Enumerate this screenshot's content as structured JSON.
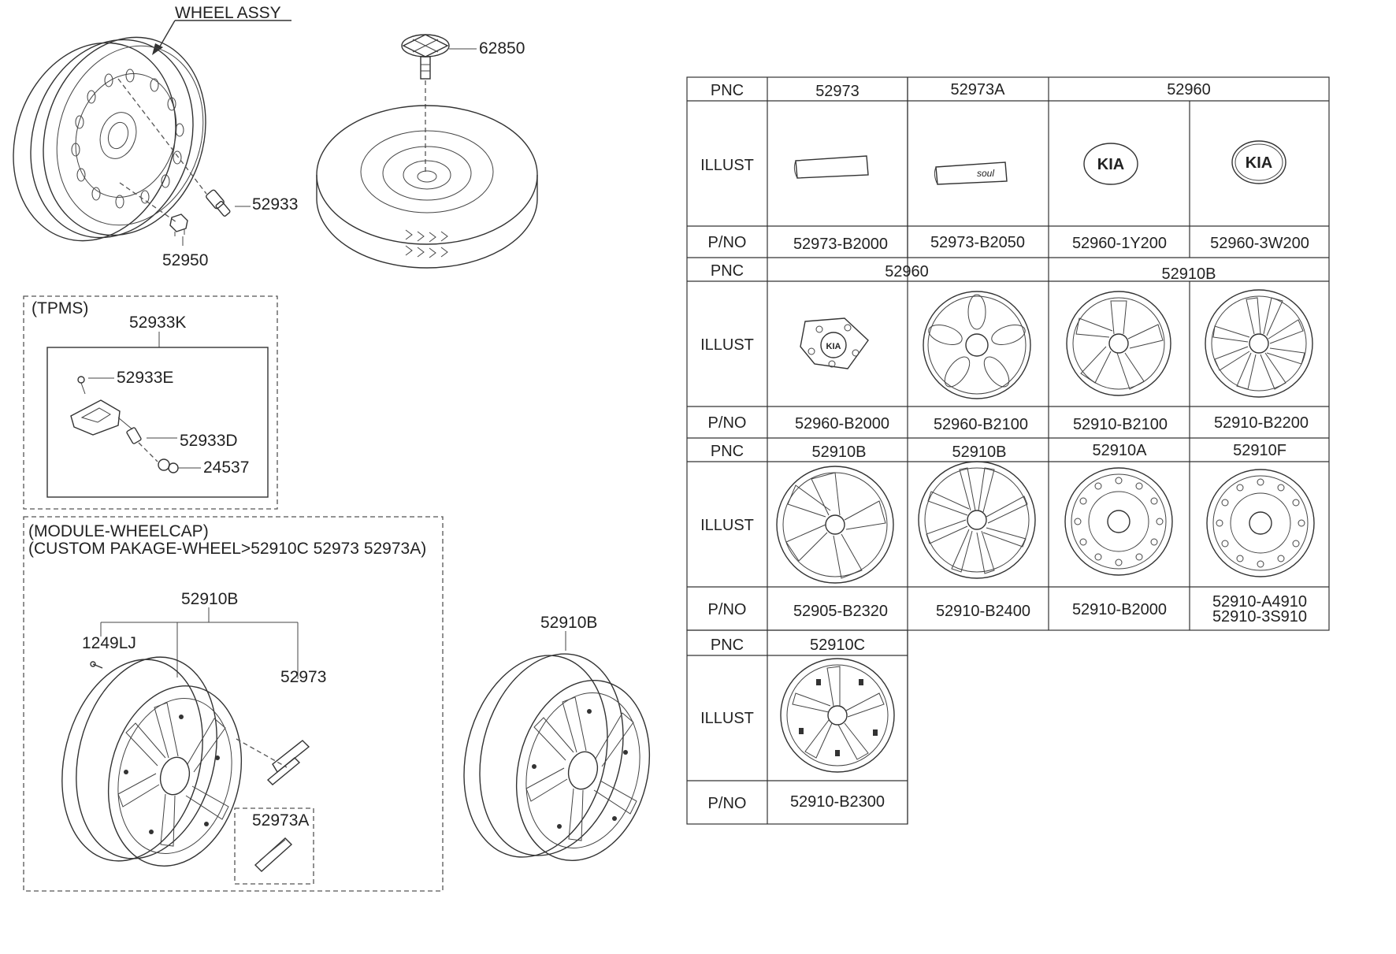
{
  "diagram": {
    "wheel_assy_label": "WHEEL ASSY",
    "parts": {
      "p62850": "62850",
      "p52933": "52933",
      "p52950": "52950",
      "p52910b_right": "52910B"
    },
    "tpms": {
      "title": "(TPMS)",
      "kit": "52933K",
      "p52933e": "52933E",
      "p52933d": "52933D",
      "p24537": "24537"
    },
    "module": {
      "title_line1": "(MODULE-WHEELCAP)",
      "title_line2": "(CUSTOM PAKAGE-WHEEL>52910C 52973 52973A)",
      "p52910b": "52910B",
      "p1249lj": "1249LJ",
      "p52973": "52973",
      "p52973a": "52973A"
    }
  },
  "table": {
    "row_labels": {
      "pnc": "PNC",
      "illust": "ILLUST",
      "pno": "P/NO"
    },
    "block1": {
      "pnc": [
        "52973",
        "52973A",
        "52960"
      ],
      "illust": [
        "trim-strip-plain",
        "trim-strip-soul",
        "kia-emblem",
        "kia-emblem-3d"
      ],
      "pno": [
        "52973-B2000",
        "52973-B2050",
        "52960-1Y200",
        "52960-3W200"
      ],
      "emblem_text": "KIA",
      "strip_text": "soul"
    },
    "block2": {
      "pnc": [
        "52960",
        "52910B"
      ],
      "illust": [
        "center-cap",
        "alloy-wheel-5-oval",
        "alloy-wheel-5-spoke",
        "alloy-wheel-10-spoke"
      ],
      "pno": [
        "52960-B2000",
        "52960-B2100",
        "52910-B2100",
        "52910-B2200"
      ]
    },
    "block3": {
      "pnc": [
        "52910B",
        "52910B",
        "52910A",
        "52910F"
      ],
      "illust": [
        "alloy-wheel-5-wide",
        "alloy-wheel-double",
        "steel-wheel",
        "steel-wheel"
      ],
      "pno": [
        "52905-B2320",
        "52910-B2400",
        "52910-B2000",
        "52910-A4910",
        "52910-3S910"
      ]
    },
    "block4": {
      "pnc": [
        "52910C"
      ],
      "illust": [
        "alloy-wheel-custom"
      ],
      "pno": [
        "52910-B2300"
      ]
    }
  }
}
